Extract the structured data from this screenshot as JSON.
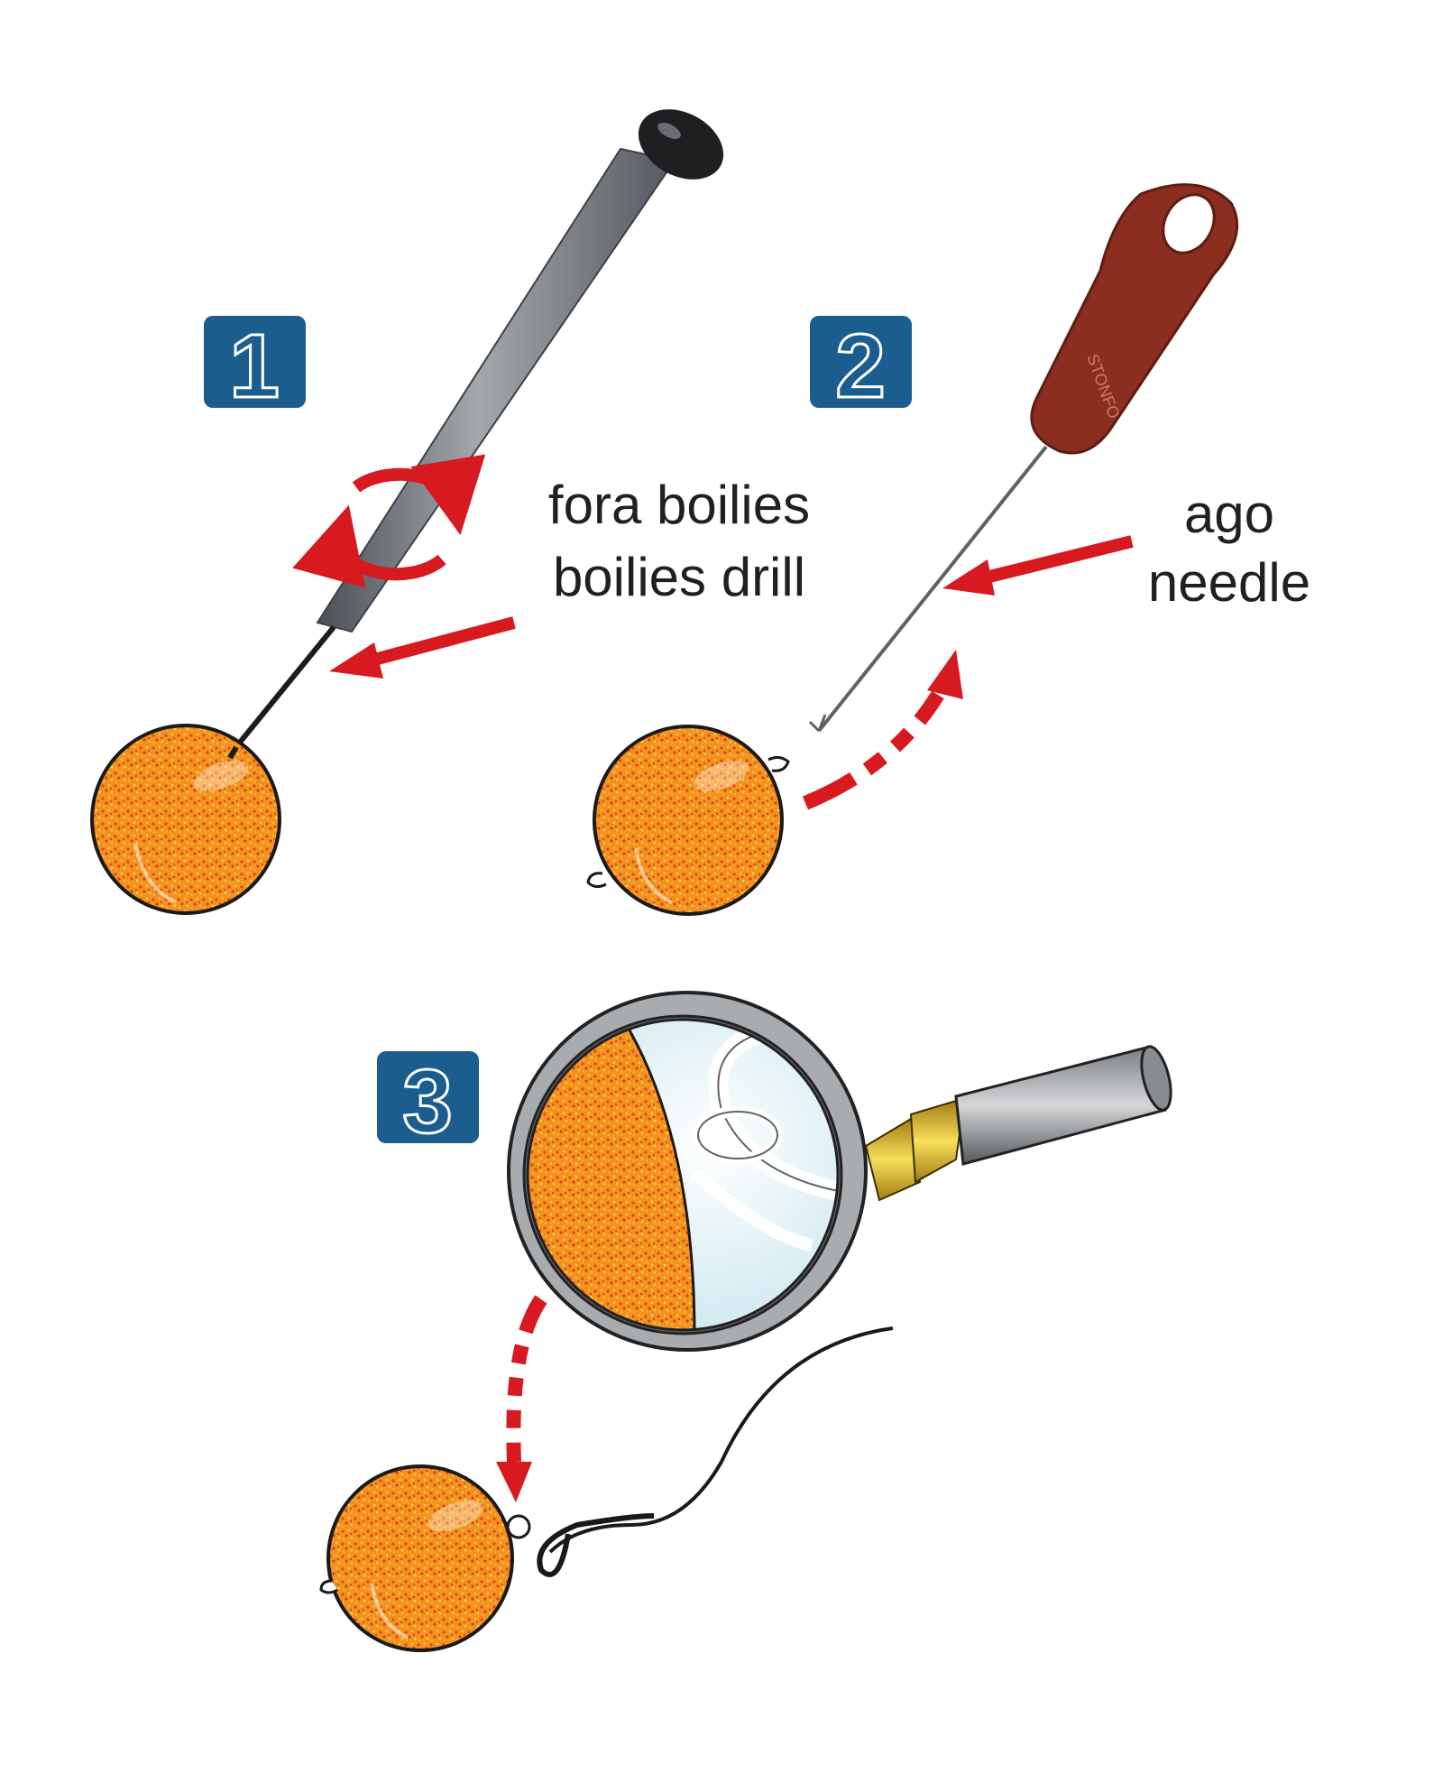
{
  "steps": [
    {
      "number": "1"
    },
    {
      "number": "2"
    },
    {
      "number": "3"
    }
  ],
  "labels": {
    "drill_line1": "fora boilies",
    "drill_line2": "boilies drill",
    "needle_line1": "ago",
    "needle_line2": "needle"
  },
  "needle_handle_text": "STONFO",
  "colors": {
    "badge_blue": "#1b5d8e",
    "arrow_red": "#d71920",
    "boilie_orange": "#f08a1c",
    "needle_handle": "#8b2e1f",
    "drill_handle": "#6f7378"
  }
}
